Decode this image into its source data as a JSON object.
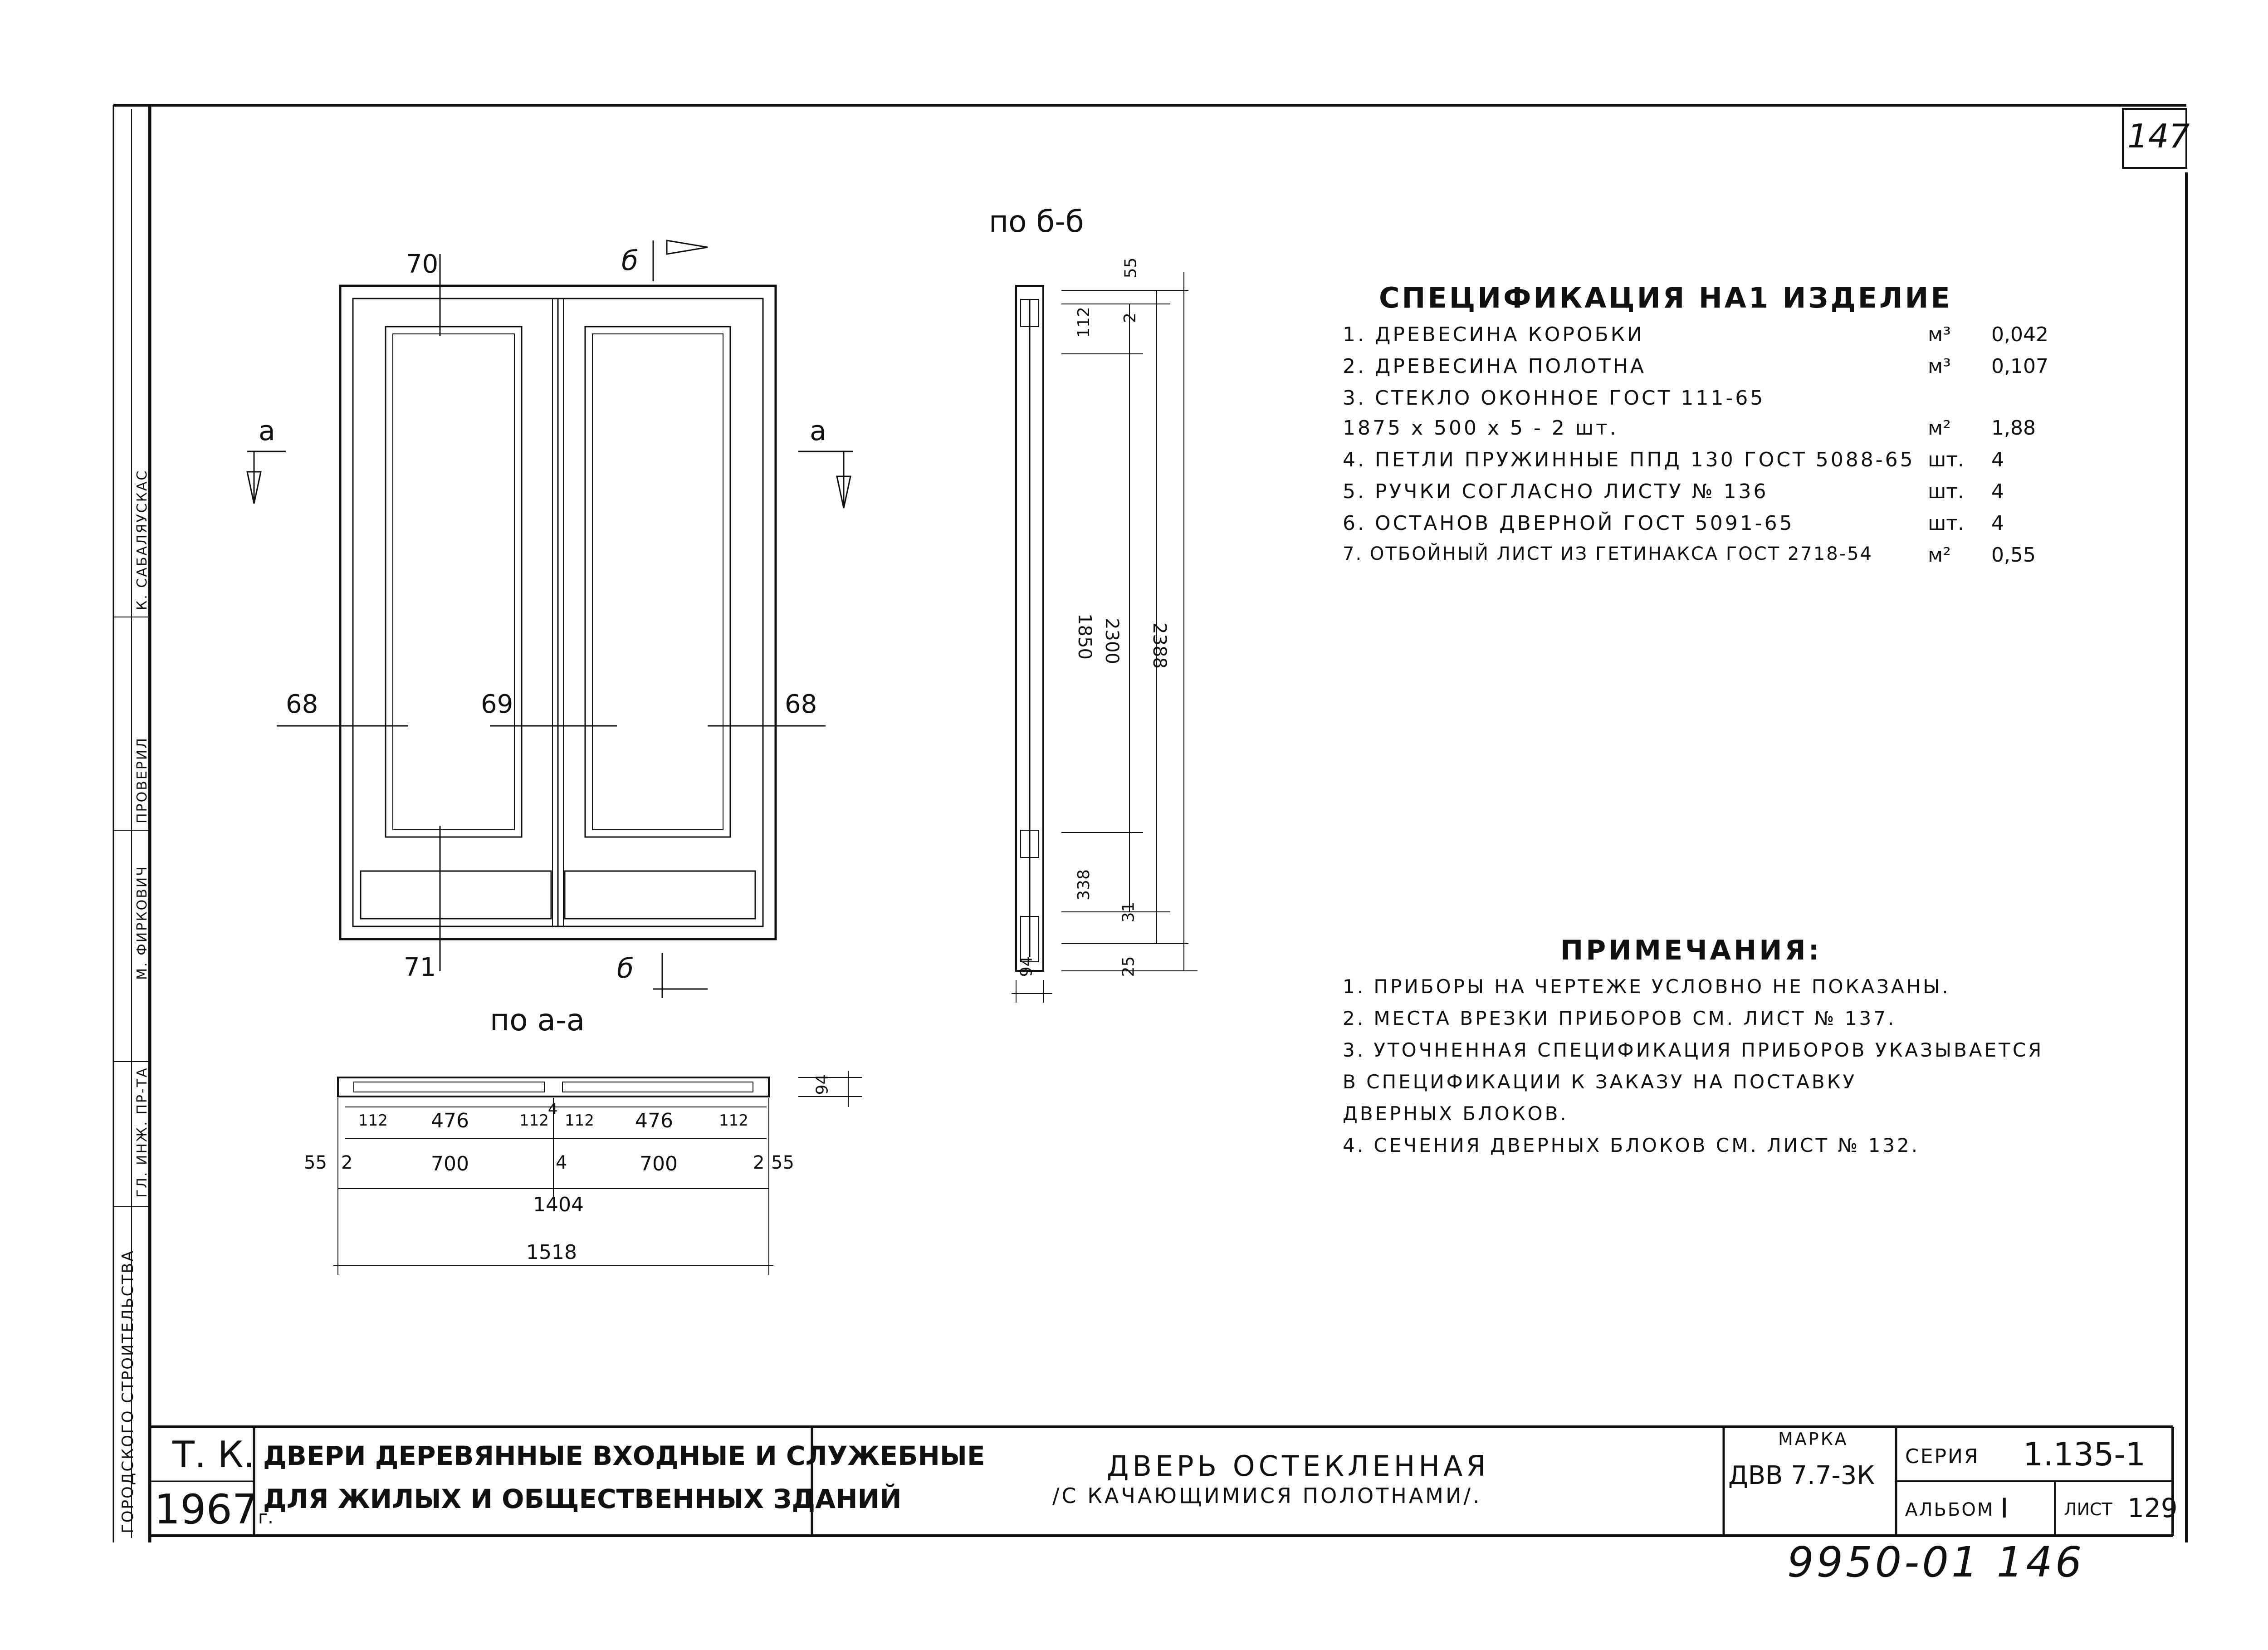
{
  "sheet": {
    "corner_number": "147",
    "archive_number": "9950-01 146"
  },
  "views": {
    "front": {
      "labels": {
        "top_left": "70",
        "bottom_left": "71",
        "left_mid": "68",
        "center_mid": "69",
        "right_mid": "68",
        "section_a": "а",
        "section_b": "б"
      }
    },
    "section_bb": {
      "title": "по б-б",
      "dims": [
        "55",
        "112",
        "2",
        "1850",
        "2300",
        "2388",
        "338",
        "31",
        "25",
        "94"
      ]
    },
    "section_aa": {
      "title": "по а-а",
      "dims_row1": [
        "112",
        "476",
        "112",
        "4",
        "112",
        "476",
        "112"
      ],
      "dims_row2": [
        "55",
        "2",
        "700",
        "4",
        "700",
        "2",
        "55"
      ],
      "total_inner": "1404",
      "total_outer": "1518",
      "thickness": "94"
    }
  },
  "spec": {
    "title": "СПЕЦИФИКАЦИЯ НА1 ИЗДЕЛИЕ",
    "items": [
      {
        "text": "1. ДРЕВЕСИНА  КОРОБКИ",
        "unit": "м³",
        "qty": "0,042"
      },
      {
        "text": "2. ДРЕВЕСИНА  ПОЛОТНА",
        "unit": "м³",
        "qty": "0,107"
      },
      {
        "text": "3. СТЕКЛО  ОКОННОЕ ГОСТ 111-65",
        "unit": "",
        "qty": ""
      },
      {
        "text": "   1875 х 500 х 5 - 2 шт.",
        "unit": "м²",
        "qty": "1,88"
      },
      {
        "text": "4. ПЕТЛИ ПРУЖИННЫЕ ППД 130 ГОСТ 5088-65",
        "unit": "шт.",
        "qty": "4"
      },
      {
        "text": "5. РУЧКИ СОГЛАСНО ЛИСТУ № 136",
        "unit": "шт.",
        "qty": "4"
      },
      {
        "text": "6. ОСТАНОВ  ДВЕРНОЙ ГОСТ 5091-65",
        "unit": "шт.",
        "qty": "4"
      },
      {
        "text": "7. ОТБОЙНЫЙ ЛИСТ ИЗ ГЕТИНАКСА ГОСТ 2718-54",
        "unit": "м²",
        "qty": "0,55"
      }
    ]
  },
  "notes": {
    "title": "ПРИМЕЧАНИЯ:",
    "items": [
      "1. ПРИБОРЫ НА ЧЕРТЕЖЕ УСЛОВНО НЕ ПОКАЗАНЫ.",
      "2. МЕСТА ВРЕЗКИ ПРИБОРОВ СМ. ЛИСТ № 137.",
      "3. УТОЧНЕННАЯ СПЕЦИФИКАЦИЯ ПРИБОРОВ УКАЗЫВАЕТСЯ",
      "   В СПЕЦИФИКАЦИИ К ЗАКАЗУ НА ПОСТАВКУ",
      "   ДВЕРНЫХ БЛОКОВ.",
      "4. СЕЧЕНИЯ ДВЕРНЫХ БЛОКОВ СМ. ЛИСТ № 132."
    ]
  },
  "title_block": {
    "tk": "Т. К.",
    "year": "1967",
    "year_suffix": "г.",
    "project_line1": "ДВЕРИ ДЕРЕВЯННЫЕ ВХОДНЫЕ И СЛУЖЕБНЫЕ",
    "project_line2": "ДЛЯ ЖИЛЫХ И ОБЩЕСТВЕННЫХ ЗДАНИЙ",
    "drawing_title": "ДВЕРЬ ОСТЕКЛЕННАЯ",
    "drawing_subtitle": "/С КАЧАЮЩИМИСЯ ПОЛОТНАМИ/.",
    "mark_label": "МАРКА",
    "mark_value": "ДВВ 7.7-3К",
    "series_label": "СЕРИЯ",
    "series_value": "1.135-1",
    "album_label": "АЛЬБОМ",
    "album_value": "I",
    "sheet_label": "ЛИСТ",
    "sheet_value": "129"
  },
  "side_stamp": {
    "org": "ГОРОДСКОГО СТРОИТЕЛЬСТВА",
    "role1": "ГЛ. ИНЖ. ПР-ТА",
    "name1": "М. ФИРКОВИЧ",
    "role2": "ПРОВЕРИЛ",
    "name2": "К. САБАЛЯУСКАС"
  }
}
